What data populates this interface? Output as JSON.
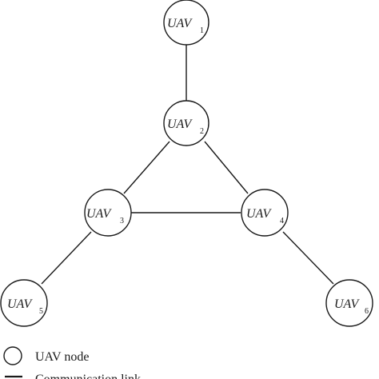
{
  "nodes": [
    {
      "id": "uav1",
      "label": "UAV",
      "subscript": "1"
    },
    {
      "id": "uav2",
      "label": "UAV",
      "subscript": "2"
    },
    {
      "id": "uav3",
      "label": "UAV",
      "subscript": "3"
    },
    {
      "id": "uav4",
      "label": "UAV",
      "subscript": "4"
    },
    {
      "id": "uav5",
      "label": "UAV",
      "subscript": "5"
    },
    {
      "id": "uav6",
      "label": "UAV",
      "subscript": "6"
    }
  ],
  "edges": [
    {
      "from": "uav1",
      "to": "uav2"
    },
    {
      "from": "uav2",
      "to": "uav3"
    },
    {
      "from": "uav2",
      "to": "uav4"
    },
    {
      "from": "uav3",
      "to": "uav4"
    },
    {
      "from": "uav3",
      "to": "uav5"
    },
    {
      "from": "uav4",
      "to": "uav6"
    }
  ],
  "legend": {
    "node_label": "UAV node",
    "link_label": "Communication link"
  }
}
